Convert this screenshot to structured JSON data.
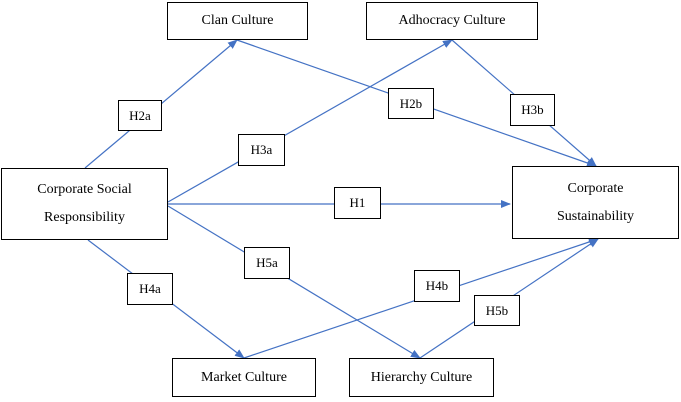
{
  "nodes": {
    "clan": "Clan Culture",
    "adhocracy": "Adhocracy Culture",
    "csr_line1": "Corporate Social",
    "csr_line2": "Responsibility",
    "cs_line1": "Corporate",
    "cs_line2": "Sustainability",
    "market": "Market Culture",
    "hierarchy": "Hierarchy Culture"
  },
  "hypotheses": {
    "h1": "H1",
    "h2a": "H2a",
    "h2b": "H2b",
    "h3a": "H3a",
    "h3b": "H3b",
    "h4a": "H4a",
    "h4b": "H4b",
    "h5a": "H5a",
    "h5b": "H5b"
  },
  "colors": {
    "arrow": "#4472c4",
    "border": "#000000"
  }
}
